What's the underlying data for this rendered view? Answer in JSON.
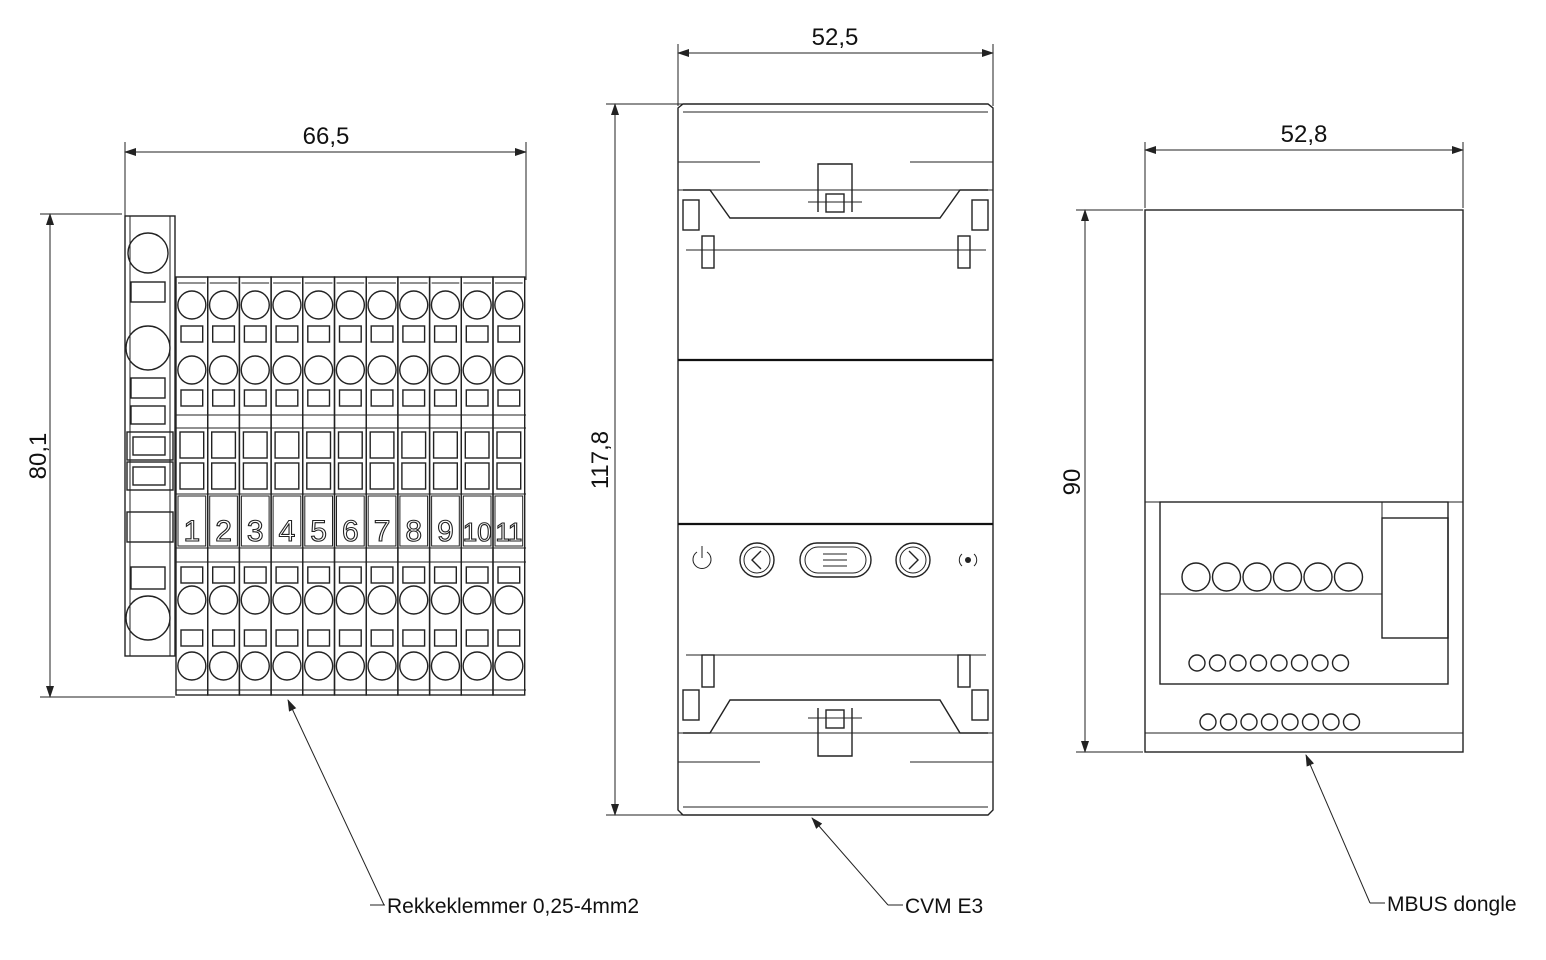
{
  "terminal_view": {
    "width_dim": "66,5",
    "height_dim": "80,1",
    "terminal_numbers": [
      "1",
      "2",
      "3",
      "4",
      "5",
      "6",
      "7",
      "8",
      "9",
      "10",
      "11"
    ],
    "callout": "Rekkeklemmer 0,25-4mm2"
  },
  "meter_view": {
    "width_dim": "52,5",
    "height_dim": "117,8",
    "callout": "CVM E3",
    "button_icons": [
      "power-icon",
      "chevron-left-icon",
      "menu-icon",
      "chevron-right-icon",
      "wireless-icon"
    ]
  },
  "dongle_view": {
    "width_dim": "52,8",
    "height_dim": "90",
    "callout": "MBUS dongle"
  }
}
